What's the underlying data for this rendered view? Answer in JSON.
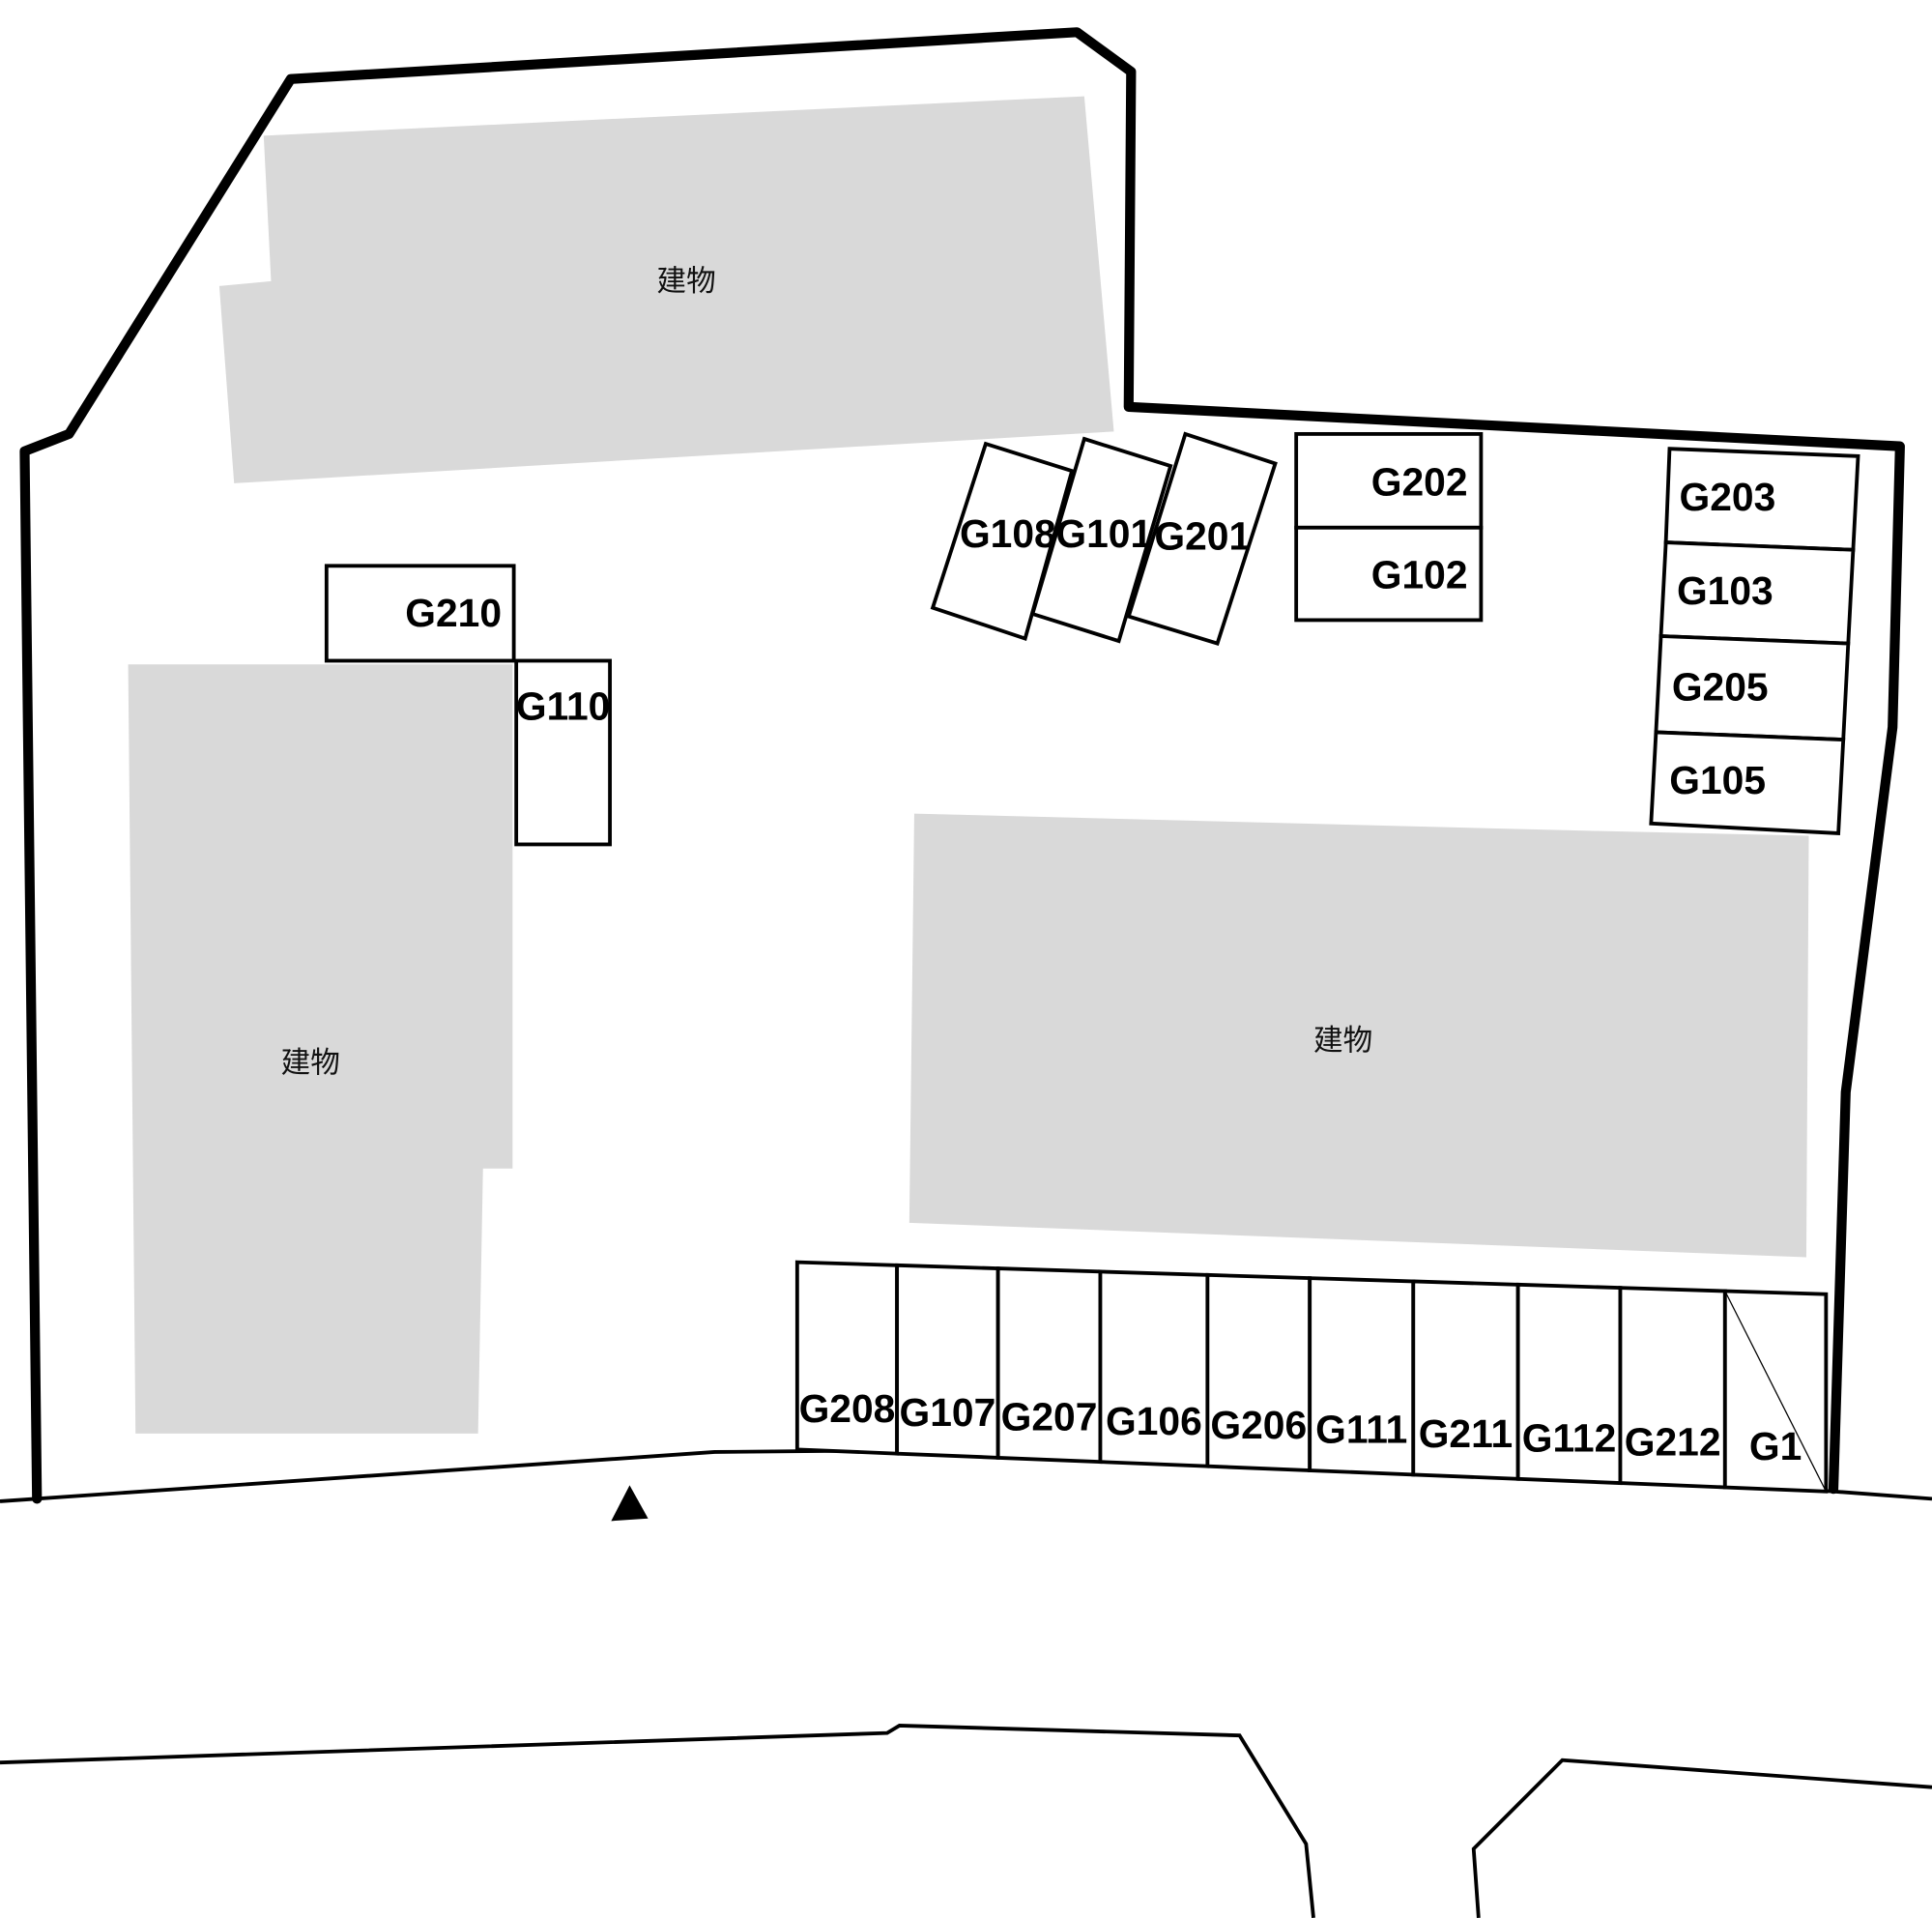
{
  "buildings": [
    {
      "label": "建物"
    },
    {
      "label": "建物"
    },
    {
      "label": "建物"
    }
  ],
  "slots": {
    "angled": [
      "G108",
      "G101",
      "G201"
    ],
    "pair": [
      "G202",
      "G102"
    ],
    "right_column": [
      "G203",
      "G103",
      "G205",
      "G105"
    ],
    "left": [
      "G210",
      "G110"
    ],
    "bottom_row": [
      "G208",
      "G107",
      "G207",
      "G106",
      "G206",
      "G111",
      "G211",
      "G112",
      "G212",
      "G1"
    ]
  },
  "entrance_marker": "triangle-up",
  "colors": {
    "building": "#d9d9d9",
    "line": "#000000"
  }
}
